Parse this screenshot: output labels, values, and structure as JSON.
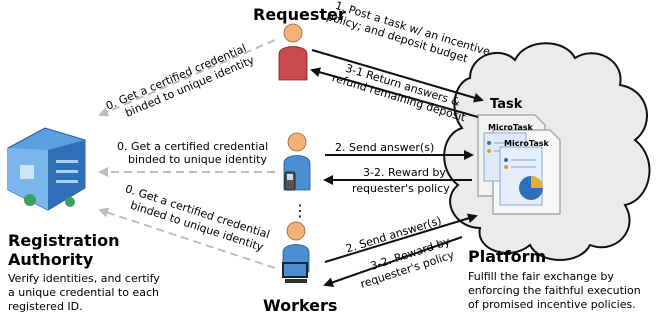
{
  "labels": {
    "requester": "Requester",
    "task": "Task",
    "platform": "Platform",
    "workers": "Workers",
    "registration_authority": "Registration Authority",
    "platform_desc": [
      "Fulfill the fair exchange by",
      "enforcing the faithful execution",
      "of promised incentive policies."
    ],
    "authority_desc": [
      "Verify identities, and certify",
      "a unique credential to each",
      "registered ID."
    ],
    "microtask": "MicroTask",
    "ellipsis": "⋮"
  },
  "arrows": {
    "a0_requester": [
      "0. Get a certified credential",
      "binded to unique identity"
    ],
    "a0_worker_mid": [
      "0. Get a certified credential",
      "binded to unique identity"
    ],
    "a0_worker_bot": [
      "0. Get a certified credential",
      "binded to unique identity"
    ],
    "a1_post": [
      "1. Post a task w/ an incentive",
      "policy; and deposit budget"
    ],
    "a31_return": [
      "3-1 Return answers &",
      "refund remaining deposit"
    ],
    "a2_send_mid": "2. Send answer(s)",
    "a32_reward_mid": [
      "3-2. Reward by",
      "requester's policy"
    ],
    "a2_send_bot": "2. Send answer(s)",
    "a32_reward_bot": [
      "3-2. Reward by",
      "requester's policy"
    ]
  },
  "colors": {
    "requester_body": "#c94a4a",
    "worker_body": "#4a8fd0",
    "skin": "#f2b27a",
    "cloud_fill": "#ececec",
    "building": "#3f8fd6",
    "arrow_solid": "#111111",
    "arrow_dashed": "#bdbdbd"
  },
  "icons": [
    "person-requester-icon",
    "person-worker-icon",
    "building-icon",
    "cloud-icon",
    "document-icon",
    "pie-chart-icon",
    "computer-icon",
    "phone-icon"
  ]
}
